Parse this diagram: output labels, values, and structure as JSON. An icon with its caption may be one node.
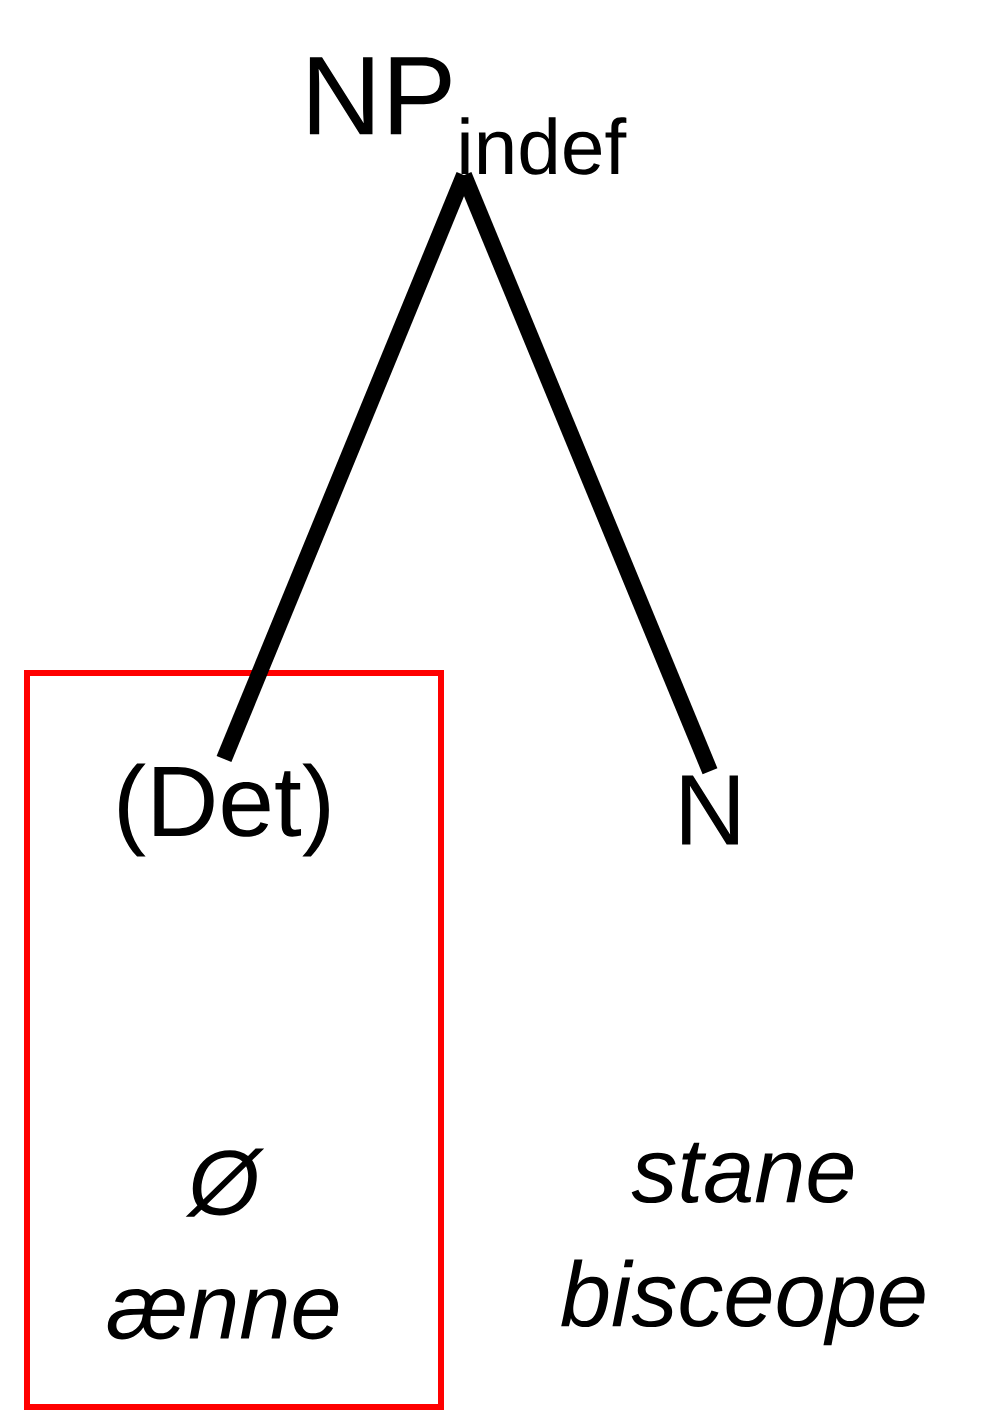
{
  "diagram": {
    "nodes": [
      {
        "text": [
          "NP$_{indef}$"
        ]
      },
      {
        "text": [],
        "shape": "box"
      },
      {
        "text": [
          "(Det)"
        ],
        "in": 1
      },
      {
        "text": [
          "N"
        ]
      },
      {
        "text": [
          "Ø ænne"
        ],
        "in": 1
      },
      {
        "text": [
          "stane bisceope"
        ]
      }
    ],
    "edges": [
      {
        "from": 0,
        "to": 2,
        "arrow": "none"
      },
      {
        "from": 0,
        "to": 3,
        "arrow": "none"
      }
    ]
  }
}
